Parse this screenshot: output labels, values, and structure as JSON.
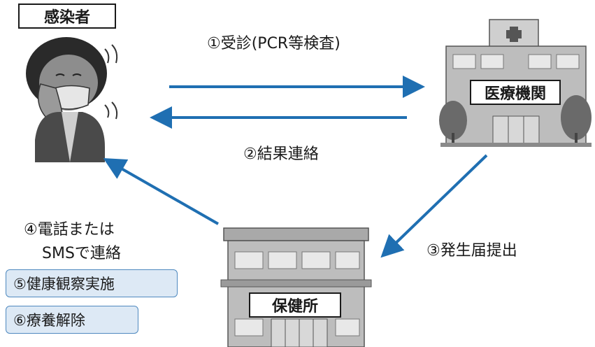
{
  "nodes": {
    "patient": "感染者",
    "hospital": "医療機関",
    "health_center": "保健所"
  },
  "steps": {
    "step1": "①受診(PCR等検査)",
    "step2": "②結果連絡",
    "step3": "③発生届提出",
    "step4_line1": "④電話または",
    "step4_line2": "SMSで連絡"
  },
  "actions": {
    "step5": "⑤健康観察実施",
    "step6": "⑥療養解除"
  },
  "colors": {
    "arrow": "#1f6fb2",
    "pill_fill": "#dde9f5",
    "pill_border": "#4f89bf"
  }
}
